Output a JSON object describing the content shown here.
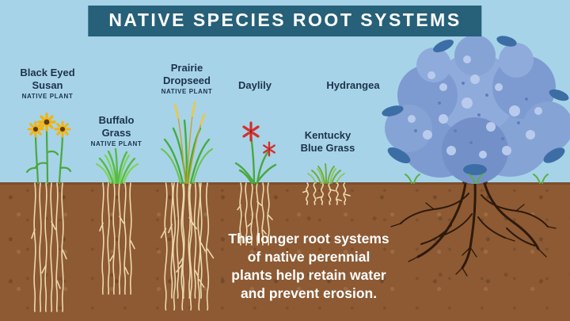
{
  "title": "NATIVE SPECIES ROOT SYSTEMS",
  "plants": [
    {
      "name": "Black Eyed\nSusan",
      "tag": "NATIVE PLANT"
    },
    {
      "name": "Buffalo\nGrass",
      "tag": "NATIVE PLANT"
    },
    {
      "name": "Prairie\nDropseed",
      "tag": "NATIVE PLANT"
    },
    {
      "name": "Daylily"
    },
    {
      "name": "Kentucky\nBlue Grass"
    },
    {
      "name": "Hydrangea"
    }
  ],
  "caption": "The longer root systems\nof native perennial\nplants help retain water\nand prevent erosion.",
  "colors": {
    "sky": "#a6d3e8",
    "soil": "#8d5a33",
    "banner": "#266079",
    "title_text": "#ffffff",
    "label_text": "#1d3349",
    "caption_text": "#ffffff",
    "roots_light": "#ecd9ae",
    "roots_dark": "#2e1a0b",
    "grass_green": "#58bb47",
    "susan_petal_yellow": "#f2b40d",
    "susan_center_brown": "#5f3b17",
    "daylily_red": "#d2302c",
    "dropseed_seed_yellow": "#e8c84f",
    "hydrangea_blue": "#86a3d6",
    "hydrangea_floret_light": "#b9cbec",
    "hydrangea_leaf_blue": "#3c6ea5"
  }
}
